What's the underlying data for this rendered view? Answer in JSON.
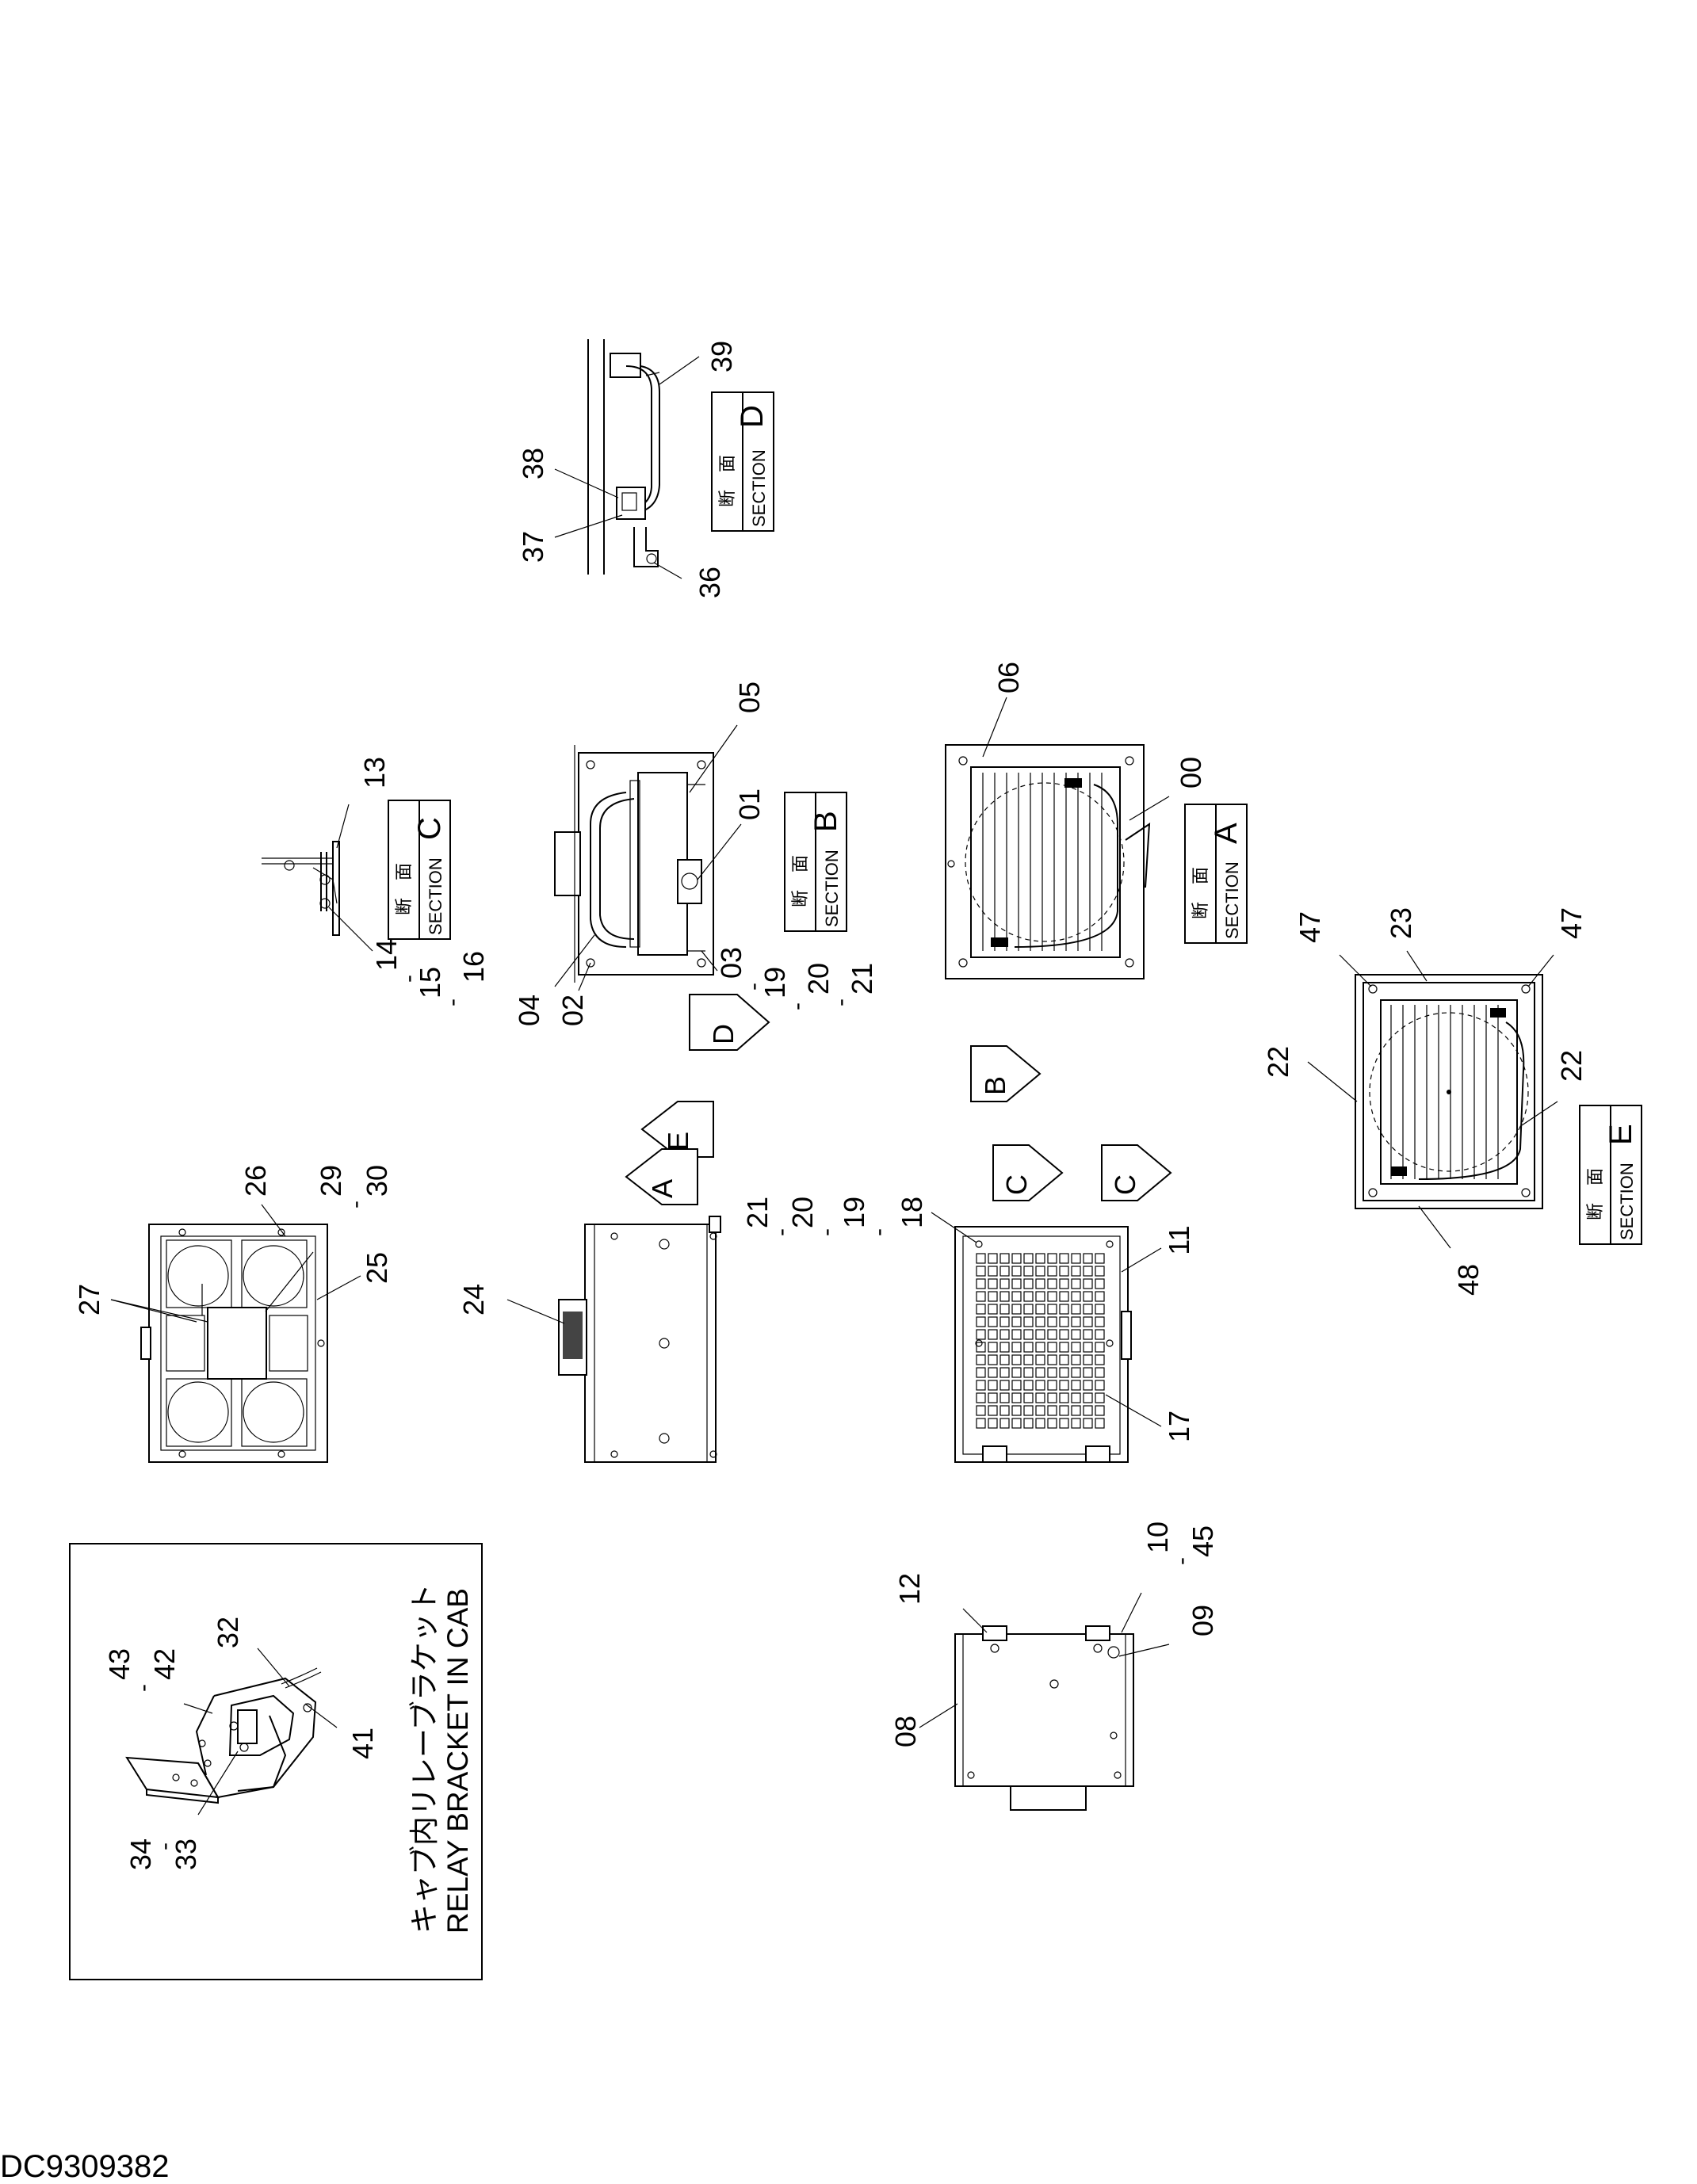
{
  "drawing_number": "DC9309382",
  "section_word_jp": "断　面",
  "section_word_en": "SECTION",
  "sections": [
    "D",
    "C",
    "B",
    "A",
    "E"
  ],
  "view_arrows": [
    "D",
    "E",
    "A",
    "B",
    "C",
    "C"
  ],
  "inset": {
    "title_jp": "キャブ内リレーブラケット",
    "title_en": "RELAY BRACKET IN CAB"
  },
  "part_labels": {
    "p39": "39",
    "p38": "38",
    "p37": "37",
    "p36": "36",
    "p13": "13",
    "p14": "14",
    "p15": "15",
    "p16": "16",
    "p05": "05",
    "p01": "01",
    "p03": "03",
    "p19a": "19",
    "p20a": "20",
    "p21a": "21",
    "p04": "04",
    "p02": "02",
    "p06": "06",
    "p00": "00",
    "p47a": "47",
    "p47b": "47",
    "p23": "23",
    "p22a": "22",
    "p22b": "22",
    "p48": "48",
    "p26": "26",
    "p29": "29",
    "p30": "30",
    "p27": "27",
    "p25": "25",
    "p24": "24",
    "p21b": "21",
    "p20b": "20",
    "p19b": "19",
    "p18": "18",
    "p11": "11",
    "p17": "17",
    "p12": "12",
    "p10": "10",
    "p45": "45",
    "p09": "09",
    "p08": "08",
    "p43": "43",
    "p42": "42",
    "p32": "32",
    "p41": "41",
    "p34": "34",
    "p33": "33",
    "dash": "-"
  }
}
